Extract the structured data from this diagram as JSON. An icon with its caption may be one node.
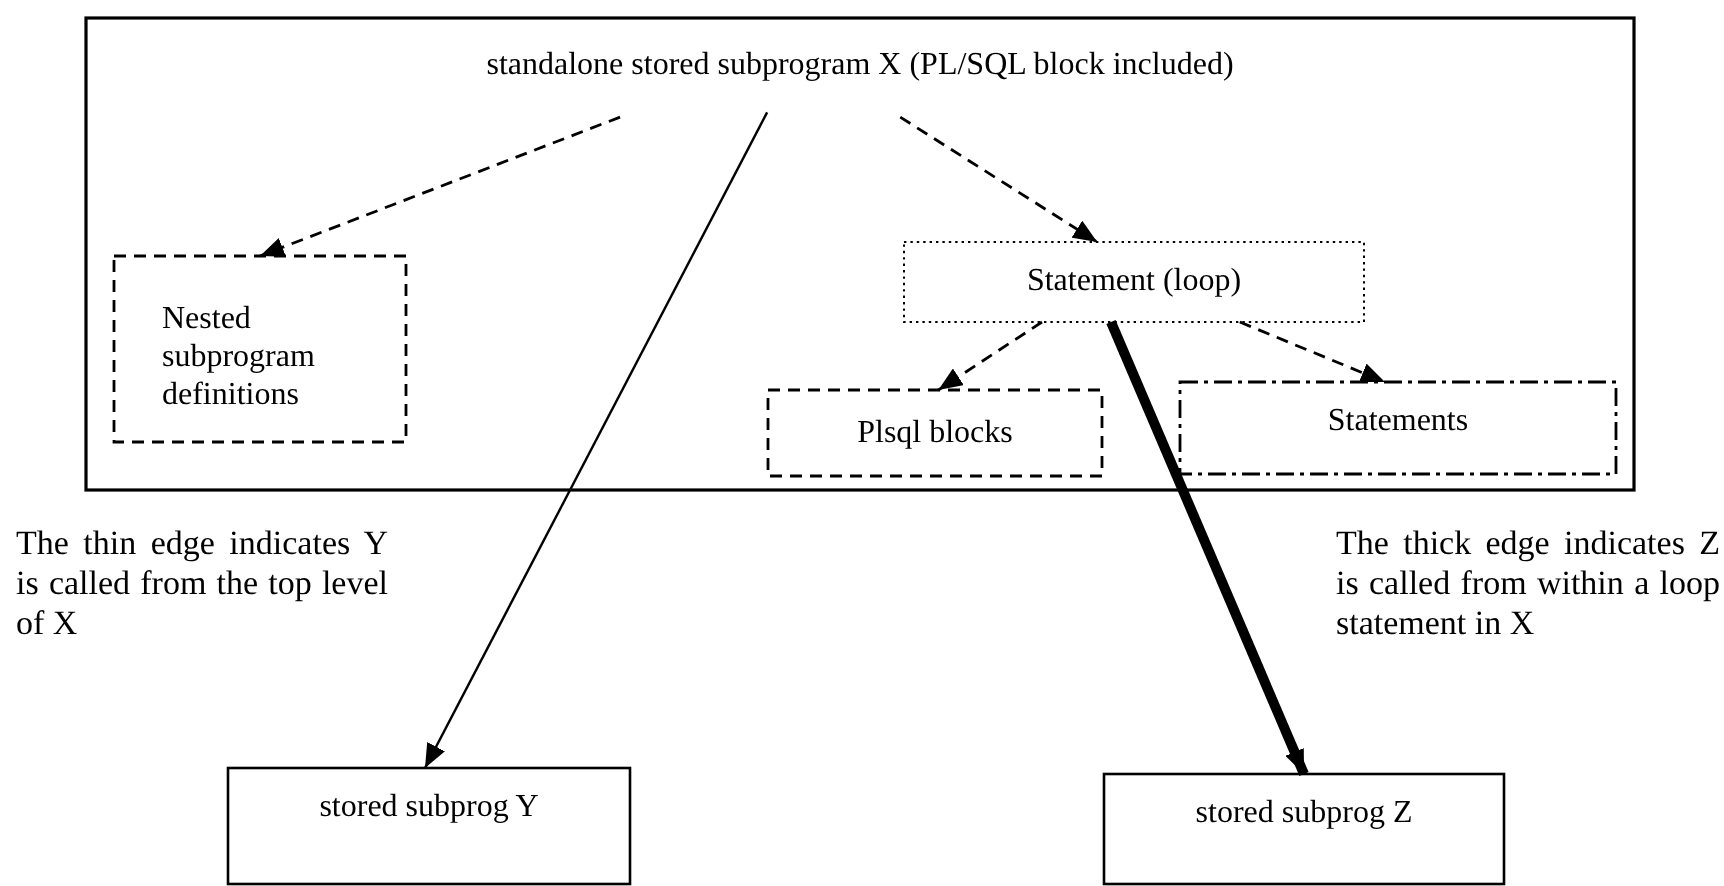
{
  "diagram": {
    "nodes": [
      {
        "text": [
          "standalone stored subprogram X (PL/SQL block included)"
        ]
      },
      {
        "text": [
          "Nested subprogram definitions"
        ],
        "in": 0
      },
      {
        "text": [
          "Statement (loop)"
        ],
        "in": 0
      },
      {
        "text": [
          "Plsql blocks"
        ],
        "in": 0
      },
      {
        "text": [
          "Statements"
        ],
        "in": 0
      },
      {
        "text": [
          "stored subprog Y"
        ]
      },
      {
        "text": [
          "stored subprog Z"
        ]
      }
    ],
    "edges": [
      {
        "from": 0,
        "to": 1,
        "arrow": "to",
        "style": "dashed"
      },
      {
        "from": 0,
        "to": 2,
        "arrow": "to",
        "style": "dashed"
      },
      {
        "from": 2,
        "to": 3,
        "arrow": "to",
        "style": "dashed"
      },
      {
        "from": 2,
        "to": 4,
        "arrow": "to",
        "style": "dashed"
      },
      {
        "from": 0,
        "to": 5,
        "arrow": "to"
      },
      {
        "from": 2,
        "to": 6,
        "arrow": "to",
        "style": "thick"
      }
    ],
    "labels": [
      "The thin edge indicates Y is called from the top level of X",
      "The thick edge indicates Z is called from within a loop statement in X"
    ]
  }
}
